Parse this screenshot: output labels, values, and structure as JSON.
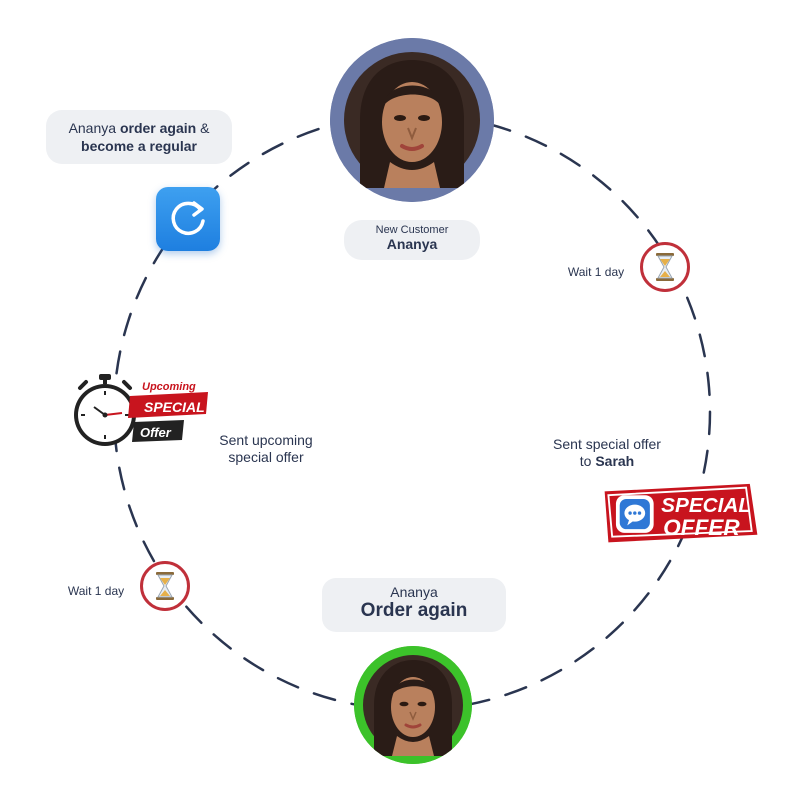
{
  "cycle": {
    "top_customer": {
      "caption": "New Customer",
      "name": "Ananya"
    },
    "bottom_customer": {
      "caption": "Ananya",
      "name": "Order again"
    },
    "regular_note": {
      "prefix": "Ananya ",
      "bold1": "order again",
      "amp": " &",
      "bold2": "become a regular"
    },
    "wait_right": "Wait 1 day",
    "wait_left": "Wait 1 day",
    "sent_special": {
      "line1": "Sent special offer",
      "line2_prefix": "to ",
      "line2_bold": "Sarah"
    },
    "sent_upcoming": {
      "line1": "Sent upcoming",
      "line2": "special offer"
    },
    "upcoming_badge": {
      "top": "Upcoming",
      "middle": "SPECIAL",
      "bottom": "Offer"
    },
    "special_offer_badge": {
      "line1": "SPECIAL",
      "line2": "OFFER"
    }
  },
  "colors": {
    "ring_dash": "#2a3550",
    "top_avatar_border": "#6b7aa8",
    "bottom_avatar_border": "#3cc22a",
    "hourglass_ring": "#c0303a",
    "badge_red": "#c8141e",
    "refresh_blue": "#1e7fe0"
  },
  "icons": [
    "refresh-icon",
    "hourglass-icon",
    "stopwatch-icon",
    "chat-bubble-icon",
    "customer-avatar"
  ]
}
